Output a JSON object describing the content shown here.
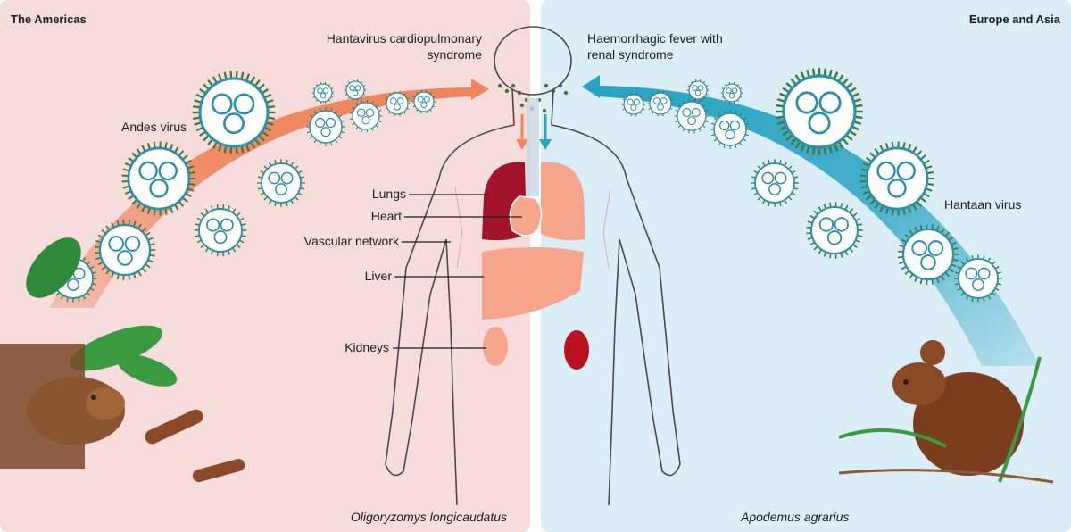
{
  "regions": {
    "americas": {
      "title": "The Americas",
      "syndrome_line1": "Hantavirus cardiopulmonary",
      "syndrome_line2": "syndrome",
      "virus": "Andes virus",
      "host_species": "Oligoryzomys longicaudatus",
      "panel_color": "#f7dcdc",
      "arrow_color": "#f0845c"
    },
    "europe_asia": {
      "title": "Europe and Asia",
      "syndrome_line1": "Haemorrhagic fever with",
      "syndrome_line2": "renal syndrome",
      "virus": "Hantaan virus",
      "host_species": "Apodemus agrarius",
      "panel_color": "#dbeef7",
      "arrow_color": "#2aa4c4"
    }
  },
  "organs": {
    "lungs": "Lungs",
    "heart": "Heart",
    "vascular": "Vascular network",
    "liver": "Liver",
    "kidneys": "Kidneys"
  },
  "colors": {
    "virion_envelope": "#2e8fa8",
    "virion_spikes": "#3f7a3a",
    "lung_affected": "#a3142b",
    "organ_normal": "#f4a58c",
    "kidney_affected": "#b8131e"
  }
}
